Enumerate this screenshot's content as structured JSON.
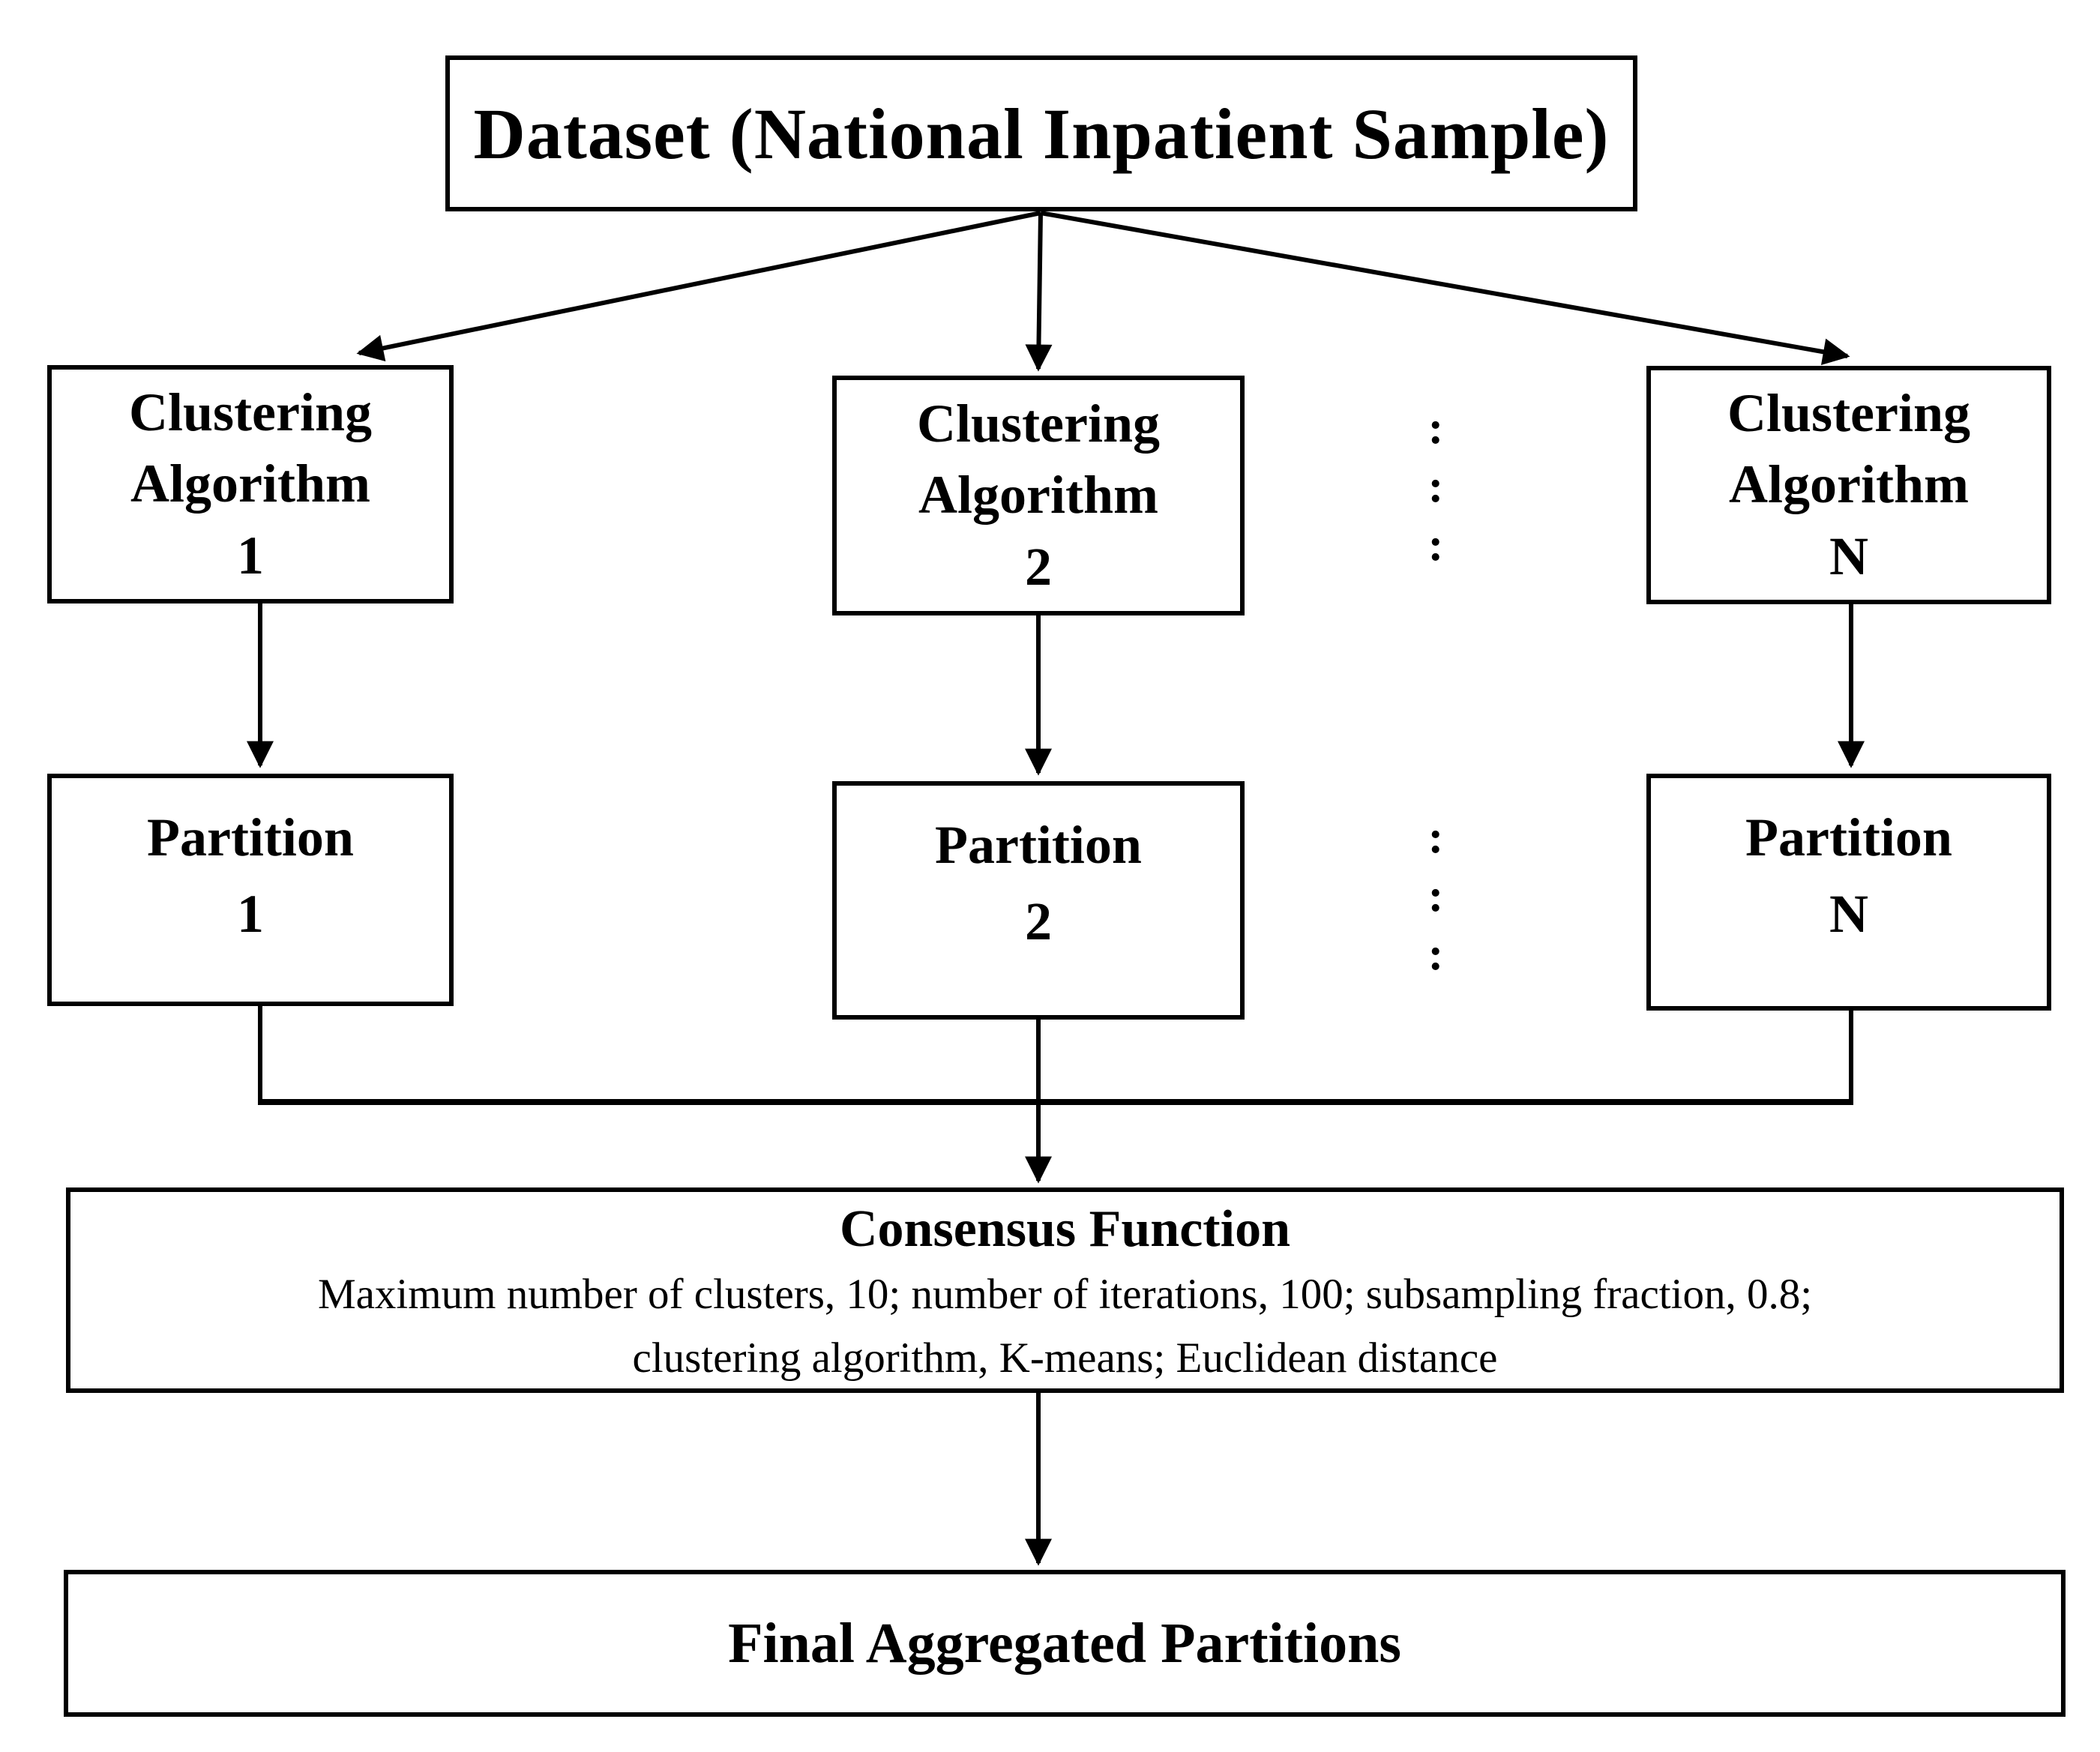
{
  "figure": {
    "background": "#ffffff",
    "ink": "#000000"
  },
  "boxes": {
    "dataset": {
      "label": "Dataset (National Inpatient Sample)"
    },
    "alg1": {
      "lines": [
        "Clustering",
        "Algorithm",
        "1"
      ]
    },
    "alg2": {
      "lines": [
        "Clustering",
        "Algorithm",
        "2"
      ]
    },
    "algN": {
      "lines": [
        "Clustering",
        "Algorithm",
        "N"
      ]
    },
    "part1": {
      "lines": [
        "Partition",
        "1"
      ]
    },
    "part2": {
      "lines": [
        "Partition",
        "2"
      ]
    },
    "partN": {
      "lines": [
        "Partition",
        "N"
      ]
    },
    "consensus": {
      "title": "Consensus Function",
      "body_lines": [
        "Maximum number of clusters, 10; number of iterations, 100; subsampling fraction, 0.8;",
        "clustering algorithm, K-means; Euclidean distance"
      ]
    },
    "final": {
      "label": "Final Aggregated Partitions"
    }
  },
  "ellipsis": {
    "glyph": ":"
  }
}
